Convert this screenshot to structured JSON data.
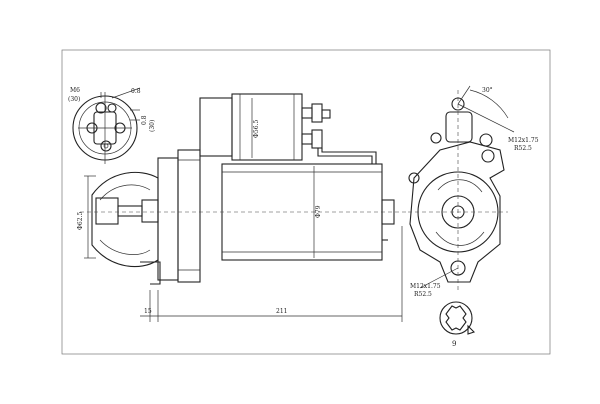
{
  "labels": {
    "top_thread": "M6",
    "top_paren": "(30)",
    "dim_08": "0.8",
    "dim_paren_30b": "(30)",
    "dim_d56": "Φ56.5",
    "dim_d79": "Φ79",
    "dim_d62": "Φ62.5",
    "dim_15": "15",
    "dim_211": "211",
    "angle_30": "30°",
    "bolt_top_1": "M12x1.75",
    "bolt_top_2": "R52.5",
    "bolt_bot_1": "M12x1.75",
    "bolt_bot_2": "R52.5",
    "teeth": "9"
  },
  "icons": [
    "starter-side-view",
    "starter-front-view",
    "terminal-detail",
    "pinion-gear-detail"
  ]
}
